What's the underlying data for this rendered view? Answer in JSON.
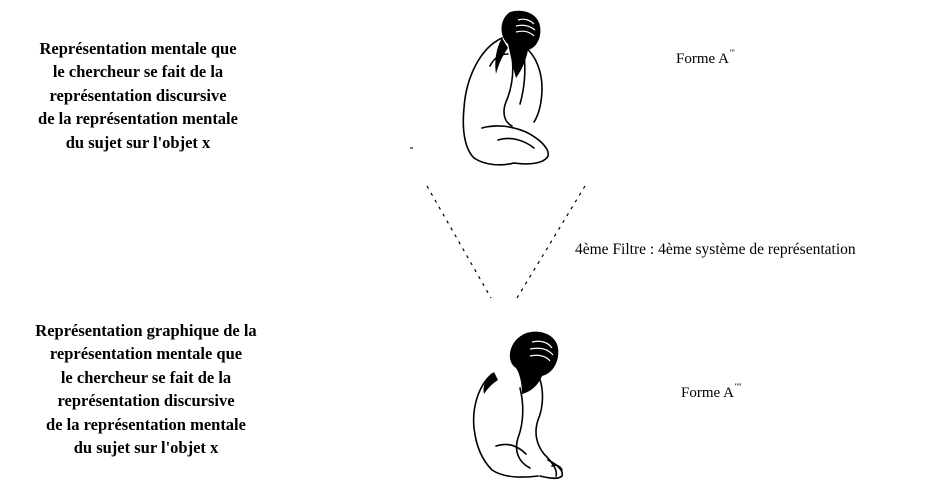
{
  "top": {
    "description_lines": [
      "Représentation mentale que",
      "le chercheur se fait de la",
      "représentation discursive",
      "de la représentation mentale",
      "du sujet sur l'objet x"
    ],
    "form_label": "Forme A",
    "form_primes": "'''"
  },
  "filter": {
    "label": "4ème Filtre : 4ème système de représentation"
  },
  "bottom": {
    "description_lines": [
      "Représentation graphique de la",
      "représentation mentale que",
      "le chercheur se fait de la",
      "représentation discursive",
      "de la représentation mentale",
      "du sujet sur l'objet x"
    ],
    "form_label": "Forme A",
    "form_primes": "''''"
  },
  "colors": {
    "ink": "#000000",
    "background": "#ffffff"
  }
}
